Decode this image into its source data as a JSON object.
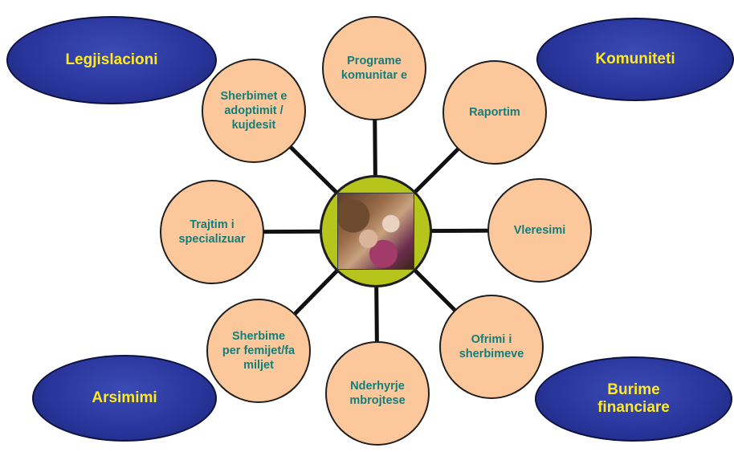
{
  "diagram": {
    "hub_image": "children-photo",
    "nodes": [
      {
        "id": "programe",
        "label": "Programe komunitar e"
      },
      {
        "id": "raportim",
        "label": "Raportim"
      },
      {
        "id": "vleresimi",
        "label": "Vleresimi"
      },
      {
        "id": "ofrimi",
        "label": "Ofrimi i sherbimeve"
      },
      {
        "id": "nderhyrje",
        "label": "Nderhyrje mbrojtese"
      },
      {
        "id": "sherbime-familjet",
        "label": "Sherbime per femijet/fa miljet"
      },
      {
        "id": "trajtim",
        "label": "Trajtim i specializuar"
      },
      {
        "id": "sherbimet-adoptimit",
        "label": "Sherbimet e adoptimit / kujdesit"
      }
    ],
    "corners": [
      {
        "id": "legjislacioni",
        "label": "Legjislacioni"
      },
      {
        "id": "komuniteti",
        "label": "Komuniteti"
      },
      {
        "id": "arsimimi",
        "label": "Arsimimi"
      },
      {
        "id": "burime",
        "label": "Burime financiare"
      }
    ],
    "colors": {
      "node_fill": "#fcc79a",
      "node_text": "#127e7a",
      "hub_fill": "#b6c51c",
      "ellipse_fill": "#28349a",
      "ellipse_text": "#ffea1f"
    }
  }
}
